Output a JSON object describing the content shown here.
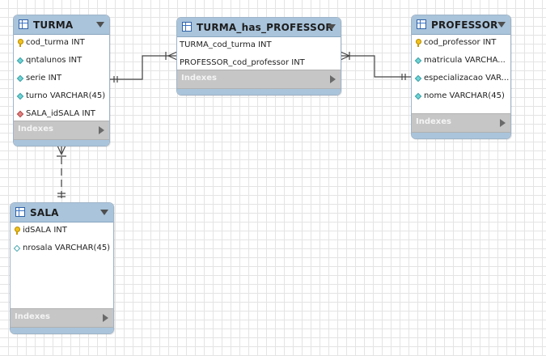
{
  "indexes_label": "Indexes",
  "tables": {
    "turma": {
      "name": "TURMA",
      "columns": [
        {
          "text": "cod_turma INT",
          "icon": "primary-key-icon"
        },
        {
          "text": "qntalunos INT",
          "icon": "column-diamond-icon"
        },
        {
          "text": "serie INT",
          "icon": "column-diamond-icon"
        },
        {
          "text": "turno VARCHAR(45)",
          "icon": "column-diamond-icon"
        },
        {
          "text": "SALA_idSALA INT",
          "icon": "foreign-key-diamond-icon"
        }
      ]
    },
    "assoc": {
      "name": "TURMA_has_PROFESSOR",
      "columns": [
        {
          "text": "TURMA_cod_turma INT"
        },
        {
          "text": "PROFESSOR_cod_professor INT"
        }
      ]
    },
    "professor": {
      "name": "PROFESSOR",
      "columns": [
        {
          "text": "cod_professor INT",
          "icon": "primary-key-icon"
        },
        {
          "text": "matricula VARCHA...",
          "icon": "column-diamond-icon"
        },
        {
          "text": "especializacao VAR...",
          "icon": "column-diamond-icon"
        },
        {
          "text": "nome VARCHAR(45)",
          "icon": "column-diamond-icon"
        }
      ]
    },
    "sala": {
      "name": "SALA",
      "columns": [
        {
          "text": "idSALA INT",
          "icon": "primary-key-icon"
        },
        {
          "text": "nrosala VARCHAR(45)",
          "icon": "nullable-diamond-icon"
        }
      ]
    }
  },
  "colors": {
    "header": "#a9c4db",
    "indexes": "#c6c6c6",
    "grid": "#e4e4e4",
    "connector": "#444444"
  }
}
